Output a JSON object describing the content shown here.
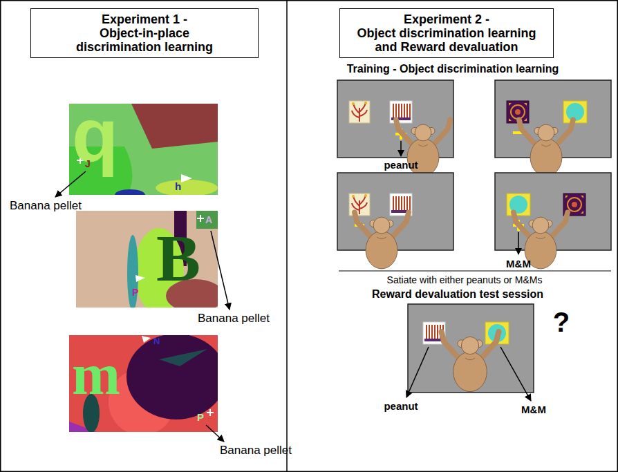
{
  "diagram": {
    "nodes": [
      {
        "text": [
          "Experiment 1 -",
          "Object-in-place discrimination learning"
        ]
      },
      {
        "text": [
          "Experiment 2 -",
          "Object discrimination learning and Reward devaluation"
        ]
      }
    ],
    "labels": [
      "q",
      "J",
      "h",
      "Banana pellet",
      "B",
      "A",
      "P",
      "Banana pellet",
      "m",
      "N",
      "P",
      "Banana pellet",
      "Training - Object discrimination learning",
      "peanut",
      "M&M",
      "Satiate with either peanuts or M&Ms",
      "Reward devaluation test session",
      "?",
      "peanut",
      "M&M"
    ]
  }
}
